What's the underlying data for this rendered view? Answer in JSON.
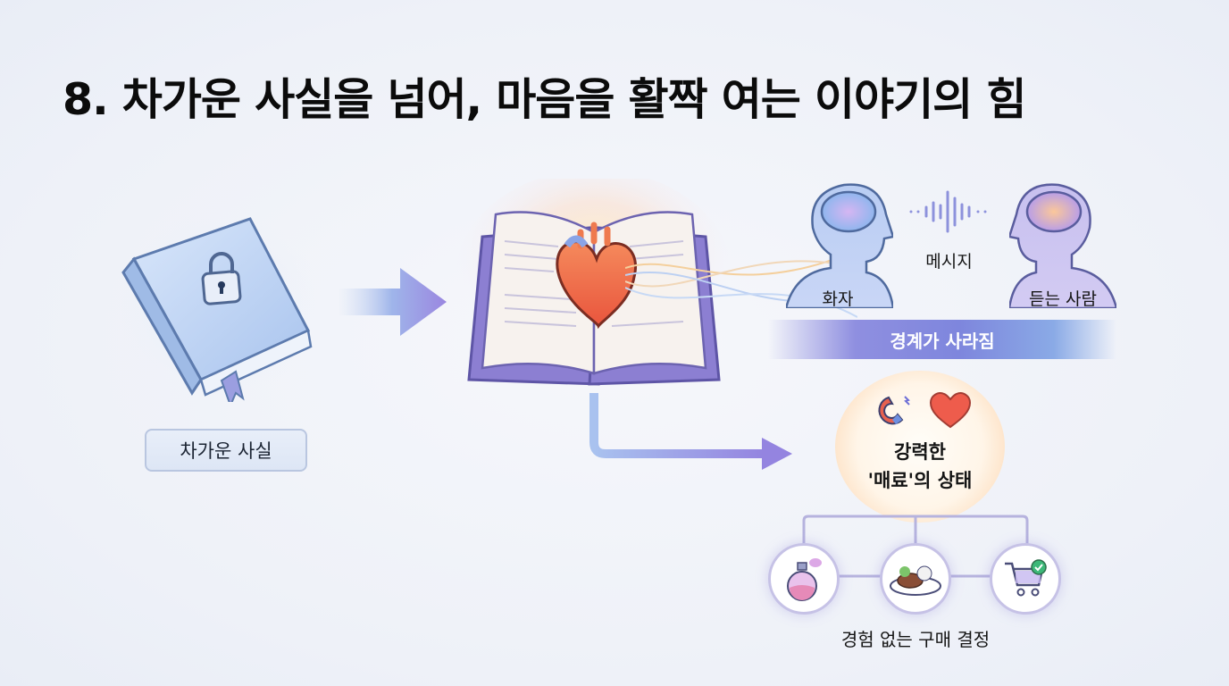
{
  "title": "8. 차가운 사실을 넘어, 마음을 활짝 여는 이야기의 힘",
  "left": {
    "icon": "frozen-locked-book-icon",
    "label": "차가운 사실"
  },
  "center": {
    "icon": "open-book-with-heart-icon"
  },
  "communication": {
    "speaker_label": "화자",
    "message_label": "메시지",
    "listener_label": "듣는 사람",
    "band_label": "경계가 사라짐"
  },
  "result": {
    "icons": [
      "magnet-icon",
      "heart-icon"
    ],
    "line1": "강력한",
    "line2": "'매료'의 상태"
  },
  "examples": {
    "items": [
      {
        "icon": "perfume-icon"
      },
      {
        "icon": "steak-dish-icon"
      },
      {
        "icon": "shopping-cart-check-icon"
      }
    ],
    "caption": "경험 없는 구매 결정"
  },
  "colors": {
    "accent_purple": "#8b84e0",
    "accent_blue": "#8aaae6",
    "heart_red": "#ef6a4a"
  }
}
